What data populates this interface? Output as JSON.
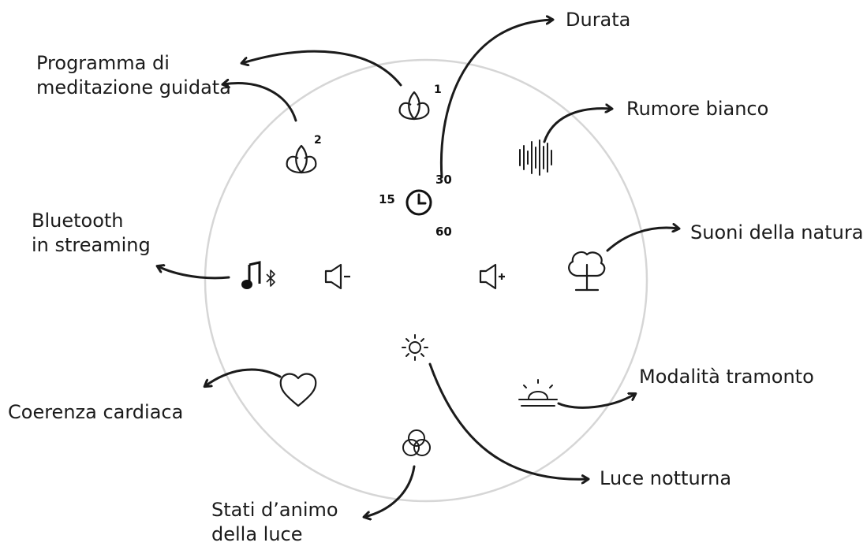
{
  "labels": {
    "guided_meditation": {
      "line1": "Programma di",
      "line2": "meditazione guidata"
    },
    "duration": "Durata",
    "white_noise": "Rumore bianco",
    "nature_sounds": "Suoni della natura",
    "bluetooth": {
      "line1": "Bluetooth",
      "line2": "in streaming"
    },
    "cardiac_coherence": "Coerenza cardiaca",
    "sunset_mode": "Modalità tramonto",
    "night_light": "Luce notturna",
    "light_moods": {
      "line1": "Stati d’animo",
      "line2": "della luce"
    }
  },
  "badges": {
    "lotus_1": "1",
    "lotus_2": "2"
  },
  "timer": {
    "left": "15",
    "top_right": "30",
    "bottom_right": "60"
  },
  "icons": [
    "lotus-icon",
    "lotus-icon",
    "clock-icon",
    "sound-wave-icon",
    "tree-icon",
    "music-bluetooth-icon",
    "volume-down-icon",
    "volume-up-icon",
    "sun-icon",
    "heart-icon",
    "sunset-icon",
    "rgb-circles-icon"
  ],
  "colors": {
    "ring": "#d6d6d6",
    "ink": "#1b1b1b"
  }
}
